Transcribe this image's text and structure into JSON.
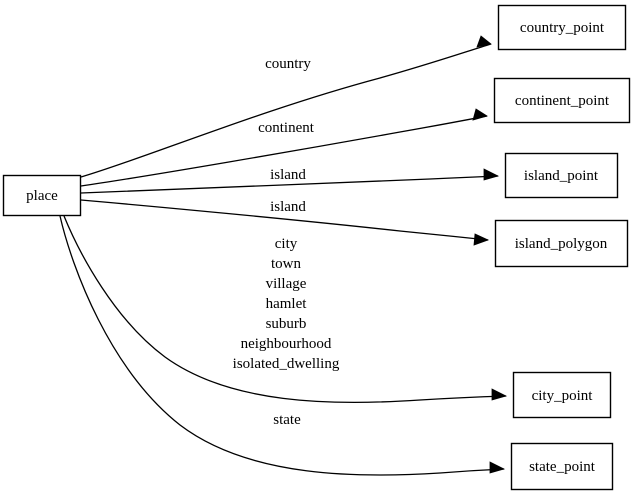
{
  "diagram": {
    "type": "directed-graph",
    "background_color": "#ffffff",
    "line_color": "#000000",
    "text_color": "#000000",
    "source_node": {
      "id": "place",
      "label": "place"
    },
    "target_nodes": [
      {
        "id": "country_point",
        "label": "country_point"
      },
      {
        "id": "continent_point",
        "label": "continent_point"
      },
      {
        "id": "island_point",
        "label": "island_point"
      },
      {
        "id": "island_polygon",
        "label": "island_polygon"
      },
      {
        "id": "city_point",
        "label": "city_point"
      },
      {
        "id": "state_point",
        "label": "state_point"
      }
    ],
    "edges": [
      {
        "from": "place",
        "to": "country_point",
        "label_lines": [
          "country"
        ]
      },
      {
        "from": "place",
        "to": "continent_point",
        "label_lines": [
          "continent"
        ]
      },
      {
        "from": "place",
        "to": "island_point",
        "label_lines": [
          "island"
        ]
      },
      {
        "from": "place",
        "to": "island_polygon",
        "label_lines": [
          "island"
        ]
      },
      {
        "from": "place",
        "to": "city_point",
        "label_lines": [
          "city",
          "town",
          "village",
          "hamlet",
          "suburb",
          "neighbourhood",
          "isolated_dwelling"
        ]
      },
      {
        "from": "place",
        "to": "state_point",
        "label_lines": [
          "state"
        ]
      }
    ]
  },
  "labels": {
    "place": "place",
    "country_point": "country_point",
    "continent_point": "continent_point",
    "island_point": "island_point",
    "island_polygon": "island_polygon",
    "city_point": "city_point",
    "state_point": "state_point",
    "edge_country": "country",
    "edge_continent": "continent",
    "edge_island_point": "island",
    "edge_island_polygon": "island",
    "edge_city_1": "city",
    "edge_city_2": "town",
    "edge_city_3": "village",
    "edge_city_4": "hamlet",
    "edge_city_5": "suburb",
    "edge_city_6": "neighbourhood",
    "edge_city_7": "isolated_dwelling",
    "edge_state": "state"
  }
}
